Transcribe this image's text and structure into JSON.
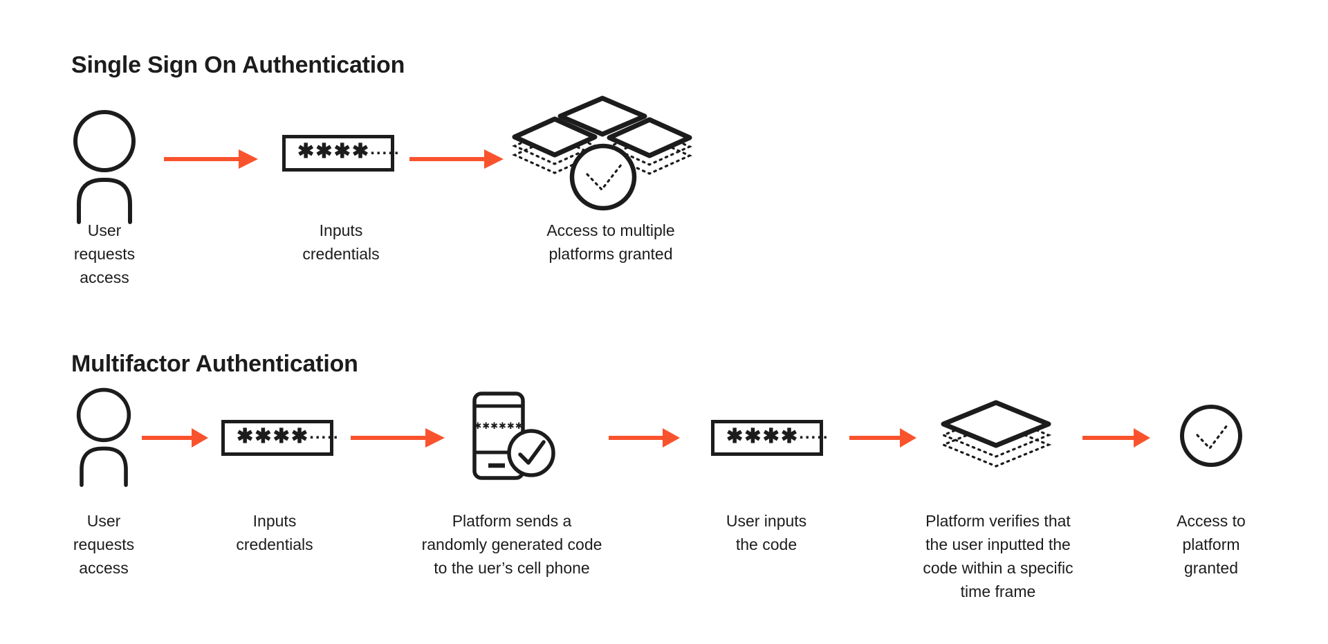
{
  "page": {
    "background_color": "#ffffff",
    "ink_color": "#1c1c1c",
    "accent_color": "#F9532E"
  },
  "sso": {
    "title": "Single Sign On Authentication",
    "password": {
      "stars": "✱✱✱✱",
      "dots": "....."
    },
    "steps": [
      {
        "icon": "user-icon",
        "label": "User\nrequests\naccess"
      },
      {
        "icon": "password-field-icon",
        "label": "Inputs\ncredentials"
      },
      {
        "icon": "multiple-platforms-check-icon",
        "label": "Access to multiple\nplatforms granted"
      }
    ]
  },
  "mfa": {
    "title": "Multifactor Authentication",
    "password1": {
      "stars": "✱✱✱✱",
      "dots": "....."
    },
    "password2": {
      "stars": "✱✱✱✱",
      "dots": "....."
    },
    "phone_code": "✱✱✱✱✱✱",
    "steps": [
      {
        "icon": "user-icon",
        "label": "User\nrequests\naccess"
      },
      {
        "icon": "password-field-icon",
        "label": "Inputs\ncredentials"
      },
      {
        "icon": "phone-check-icon",
        "label": "Platform sends a\nrandomly generated code\nto the uer’s cell phone"
      },
      {
        "icon": "password-field-icon",
        "label": "User inputs\nthe code"
      },
      {
        "icon": "platform-layers-icon",
        "label": "Platform verifies that\nthe user inputted the\ncode within a specific\ntime frame"
      },
      {
        "icon": "check-circle-icon",
        "label": "Access to\nplatform\ngranted"
      }
    ]
  }
}
